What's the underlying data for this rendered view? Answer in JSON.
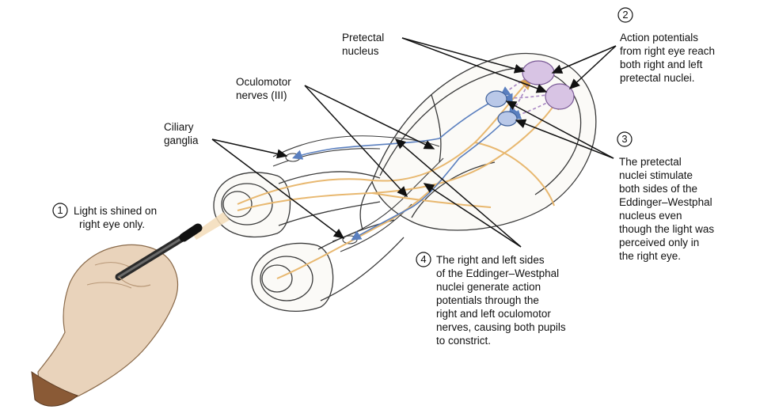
{
  "labels": {
    "pretectal_nucleus": [
      "Pretectal",
      "nucleus"
    ],
    "oculomotor_nerves": [
      "Oculomotor",
      "nerves (III)"
    ],
    "ciliary_ganglia": [
      "Ciliary",
      "ganglia"
    ]
  },
  "steps": [
    {
      "number": "1",
      "lines": [
        "Light is shined on",
        "right eye only."
      ]
    },
    {
      "number": "2",
      "lines": [
        "Action potentials",
        "from right eye reach",
        "both right and left",
        "pretectal nuclei."
      ]
    },
    {
      "number": "3",
      "lines": [
        "The pretectal",
        "nuclei stimulate",
        "both sides of the",
        "Eddinger–Westphal",
        "nucleus even",
        "though the light was",
        "perceived only in",
        "the right eye."
      ]
    },
    {
      "number": "4",
      "lines": [
        "The right and left sides",
        "of the Eddinger–Westphal",
        "nuclei generate action",
        "potentials through the",
        "right and left oculomotor",
        "nerves, causing both pupils",
        "to constrict."
      ]
    }
  ],
  "colors": {
    "sensory_pathway": "#e8b870",
    "motor_pathway": "#5a7fbf",
    "pretectal_nuclei": "#d8c4e4",
    "ew_nuclei": "#b9c8e8",
    "skin": "#e9d3bb",
    "outline": "#3a3a3a"
  }
}
